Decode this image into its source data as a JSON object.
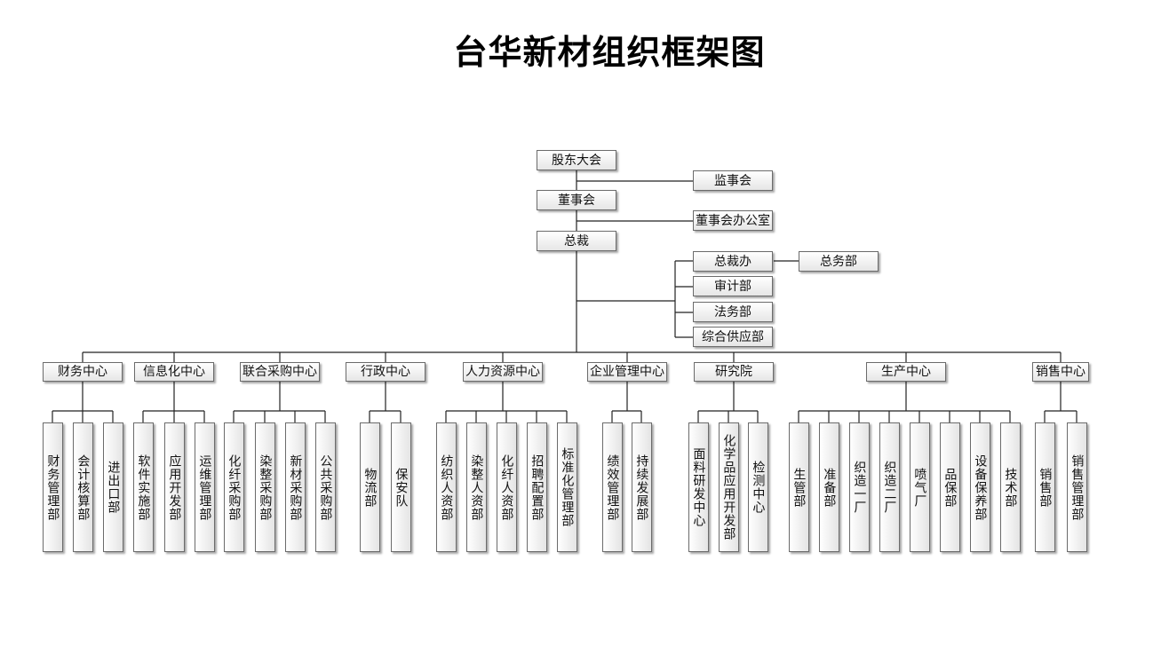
{
  "title": "台华新材组织框架图",
  "top": {
    "shareholders": "股东大会",
    "supervisors": "监事会",
    "board": "董事会",
    "board_office": "董事会办公室",
    "president": "总裁",
    "president_office": "总裁办",
    "general_affairs": "总务部",
    "audit": "审计部",
    "legal": "法务部",
    "supply": "综合供应部"
  },
  "centers": [
    {
      "label": "财务中心",
      "depts": [
        "财务管理部",
        "会计核算部",
        "进出口部"
      ]
    },
    {
      "label": "信息化中心",
      "depts": [
        "软件实施部",
        "应用开发部",
        "运维管理部"
      ]
    },
    {
      "label": "联合采购中心",
      "depts": [
        "化纤采购部",
        "染整采购部",
        "新材采购部",
        "公共采购部"
      ]
    },
    {
      "label": "行政中心",
      "depts": [
        "物流部",
        "保安队"
      ]
    },
    {
      "label": "人力资源中心",
      "depts": [
        "纺织人资部",
        "染整人资部",
        "化纤人资部",
        "招聘配置部",
        "标准化管理部"
      ]
    },
    {
      "label": "企业管理中心",
      "depts": [
        "绩效管理部",
        "持续发展部"
      ]
    },
    {
      "label": "研究院",
      "depts": [
        "面料研发中心",
        "化学品应用开发部",
        "检测中心"
      ]
    },
    {
      "label": "生产中心",
      "depts": [
        "生管部",
        "准备部",
        "织造一厂",
        "织造二厂",
        "喷气厂",
        "品保部",
        "设备保养部",
        "技术部"
      ]
    },
    {
      "label": "销售中心",
      "depts": [
        "销售部",
        "销售管理部"
      ]
    }
  ]
}
